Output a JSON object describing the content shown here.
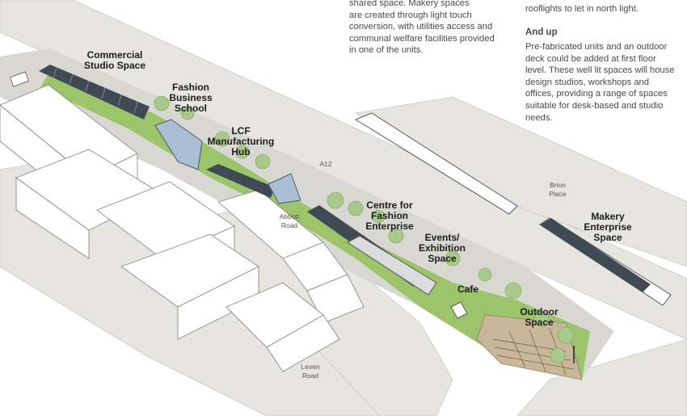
{
  "text_blocks": {
    "col1": "shared space. Makery spaces\nare created through light touch\nconversion, with utilities access and\ncommunal welfare facilities provided\nin one of the units.",
    "col2_top": "rooflights to let in north light.",
    "col2_heading": "And up",
    "col2_body": "Pre-fabricated units and an outdoor\ndeck could be added at first floor\nlevel. These well lit spaces will house\ndesign studios, workshops and\noffices, providing a range of spaces\nsuitable for desk-based and studio\nneeds."
  },
  "labels": {
    "commercial": "Commercial\nStudio Space",
    "fashion_school": "Fashion\nBusiness\nSchool",
    "lcf": "LCF\nManufacturing\nHub",
    "centre": "Centre for\nFashion\nEnterprise",
    "events": "Events/\nExhibition\nSpace",
    "cafe": "Cafe",
    "outdoor": "Outdoor\nSpace",
    "makery": "Makery\nEnterprise\nSpace"
  },
  "roads": {
    "a12": "A12",
    "abbott": "Abbott\nRoad",
    "brion": "Brion\nPlace",
    "leven": "Leven\nRoad"
  },
  "colors": {
    "road": "#e5e4df",
    "green": "#9cc46b",
    "tree": "#a8c98a",
    "building": "#ffffff",
    "outline": "#8a8a8a",
    "unit": "#3f4a55",
    "glass": "#a9bfd4"
  }
}
